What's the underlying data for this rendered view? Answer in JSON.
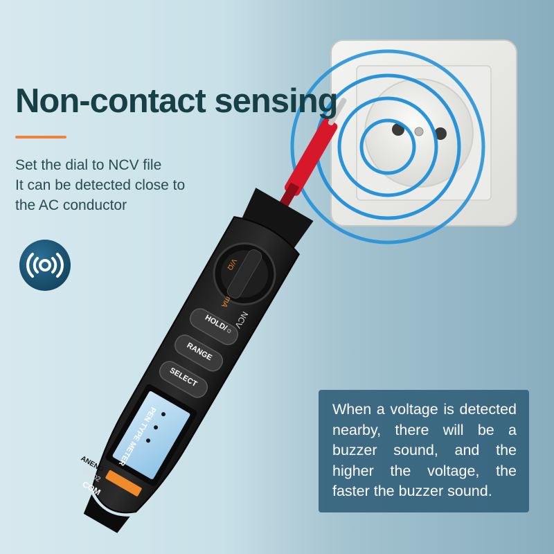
{
  "headline": "Non-contact sensing",
  "description_lines": [
    "Set the dial to NCV file",
    "It can be detected close to",
    "the AC conductor"
  ],
  "callout_text": "When a voltage is detected nearby, there will be a buzzer sound, and the higher the voltage, the faster the buzzer sound.",
  "meter": {
    "brand": "ANENG",
    "model": "A3002",
    "display_label": "PEN TYPE METER",
    "com_label": "COM",
    "buttons": {
      "hold": "HOLD/☼",
      "range": "RANGE",
      "select": "SELECT"
    },
    "dial_marks": {
      "ncv": "NCV",
      "ma": "mA",
      "va": "V/Ω"
    }
  },
  "icons": {
    "badge": "sound-wave-icon"
  },
  "colors": {
    "headline": "#163f46",
    "accent": "#f0823a",
    "callout_bg": "#34627c",
    "probe_red": "#d7172a",
    "signal_blue": "#1e8fd8"
  }
}
